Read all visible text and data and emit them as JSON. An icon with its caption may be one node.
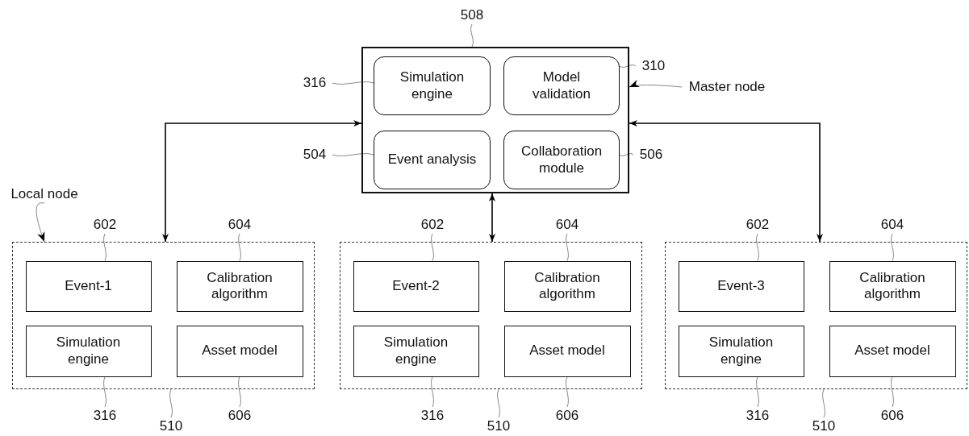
{
  "diagram": {
    "nodes": [
      {
        "text": [
          "508"
        ]
      },
      {
        "text": [],
        "shape": "box"
      },
      {
        "text": [
          "Simulation engine"
        ],
        "in": 1
      },
      {
        "text": [
          "Model validation"
        ],
        "in": 1
      },
      {
        "text": [
          "Event analysis"
        ],
        "in": 1
      },
      {
        "text": [
          "Collaboration module"
        ],
        "in": 1
      },
      {
        "text": [
          "316"
        ]
      },
      {
        "text": [
          "310"
        ]
      },
      {
        "text": [
          "Master node"
        ]
      },
      {
        "text": [
          "504"
        ]
      },
      {
        "text": [
          "506"
        ]
      },
      {
        "text": [
          "Local node"
        ]
      },
      {
        "text": [],
        "shape": "box"
      },
      {
        "text": [
          "Event-1"
        ],
        "in": 12
      },
      {
        "text": [
          "Calibration algorithm"
        ],
        "in": 12
      },
      {
        "text": [
          "Simulation engine"
        ],
        "in": 12
      },
      {
        "text": [
          "Asset model"
        ],
        "in": 12
      },
      {
        "text": [
          "602"
        ]
      },
      {
        "text": [
          "604"
        ]
      },
      {
        "text": [
          "316"
        ]
      },
      {
        "text": [
          "510"
        ]
      },
      {
        "text": [
          "606"
        ]
      },
      {
        "text": [],
        "shape": "box"
      },
      {
        "text": [
          "Event-2"
        ],
        "in": 22
      },
      {
        "text": [
          "Calibration algorithm"
        ],
        "in": 22
      },
      {
        "text": [
          "Simulation engine"
        ],
        "in": 22
      },
      {
        "text": [
          "Asset model"
        ],
        "in": 22
      },
      {
        "text": [
          "602"
        ]
      },
      {
        "text": [
          "604"
        ]
      },
      {
        "text": [
          "316"
        ]
      },
      {
        "text": [
          "510"
        ]
      },
      {
        "text": [
          "606"
        ]
      },
      {
        "text": [],
        "shape": "box"
      },
      {
        "text": [
          "Event-3"
        ],
        "in": 32
      },
      {
        "text": [
          "Calibration algorithm"
        ],
        "in": 32
      },
      {
        "text": [
          "Simulation engine"
        ],
        "in": 32
      },
      {
        "text": [
          "Asset model"
        ],
        "in": 32
      },
      {
        "text": [
          "602"
        ]
      },
      {
        "text": [
          "604"
        ]
      },
      {
        "text": [
          "316"
        ]
      },
      {
        "text": [
          "510"
        ]
      },
      {
        "text": [
          "606"
        ]
      }
    ],
    "edges": [
      {
        "from": 1,
        "to": 12,
        "arrow": "both",
        "color": "#000000"
      },
      {
        "from": 1,
        "to": 22,
        "arrow": "both",
        "color": "#000000"
      },
      {
        "from": 1,
        "to": 32,
        "arrow": "both",
        "color": "#000000"
      },
      {
        "from": 0,
        "to": 1,
        "arrow": "none"
      },
      {
        "from": 6,
        "to": 2,
        "arrow": "none"
      },
      {
        "from": 7,
        "to": 3,
        "arrow": "none"
      },
      {
        "from": 8,
        "to": 1,
        "arrow": "to"
      },
      {
        "from": 9,
        "to": 4,
        "arrow": "none"
      },
      {
        "from": 10,
        "to": 5,
        "arrow": "none"
      },
      {
        "from": 11,
        "to": 12,
        "arrow": "to"
      },
      {
        "from": 17,
        "to": 13,
        "arrow": "none"
      },
      {
        "from": 18,
        "to": 14,
        "arrow": "none"
      },
      {
        "from": 19,
        "to": 15,
        "arrow": "none"
      },
      {
        "from": 20,
        "to": 12,
        "arrow": "none"
      },
      {
        "from": 21,
        "to": 16,
        "arrow": "none"
      },
      {
        "from": 27,
        "to": 23,
        "arrow": "none"
      },
      {
        "from": 28,
        "to": 24,
        "arrow": "none"
      },
      {
        "from": 29,
        "to": 25,
        "arrow": "none"
      },
      {
        "from": 30,
        "to": 22,
        "arrow": "none"
      },
      {
        "from": 31,
        "to": 26,
        "arrow": "none"
      },
      {
        "from": 37,
        "to": 33,
        "arrow": "none"
      },
      {
        "from": 38,
        "to": 34,
        "arrow": "none"
      },
      {
        "from": 39,
        "to": 35,
        "arrow": "none"
      },
      {
        "from": 40,
        "to": 32,
        "arrow": "none"
      },
      {
        "from": 41,
        "to": 36,
        "arrow": "none"
      }
    ]
  }
}
